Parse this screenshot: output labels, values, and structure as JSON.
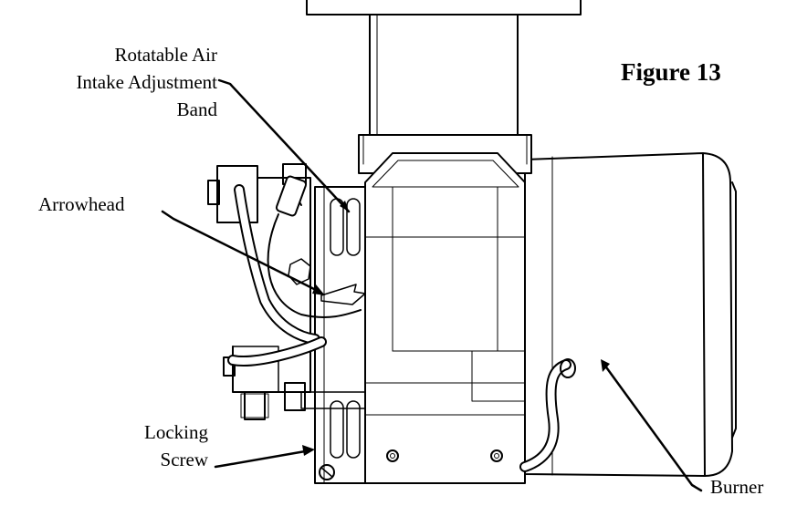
{
  "figure": {
    "title": "Figure 13",
    "labels": {
      "air_band": [
        "Rotatable Air",
        "Intake Adjustment",
        "Band"
      ],
      "arrowhead": "Arrowhead",
      "locking_screw": [
        "Locking",
        "Screw"
      ],
      "burner": "Burner"
    }
  }
}
